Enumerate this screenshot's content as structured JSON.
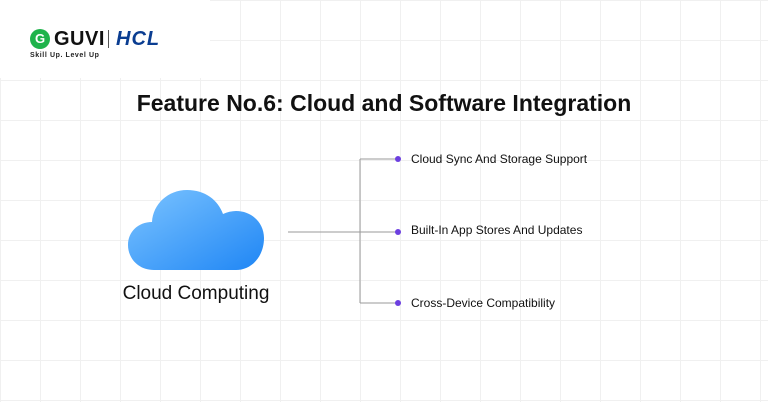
{
  "logo": {
    "guvi_mark": "G",
    "guvi": "GUVI",
    "hcl": "HCL",
    "tagline": "Skill Up. Level Up"
  },
  "title": "Feature No.6: Cloud and Software Integration",
  "cloud": {
    "icon": "cloud-icon",
    "label": "Cloud Computing"
  },
  "features": [
    "Cloud Sync And Storage Support",
    "Built-In App Stores And Updates",
    "Cross-Device Compatibility"
  ],
  "colors": {
    "accent": "#6c3fe0",
    "cloud_light": "#7cc4ff",
    "cloud_dark": "#1f86f5",
    "guvi_green": "#1fb34b",
    "hcl_blue": "#0a3d91"
  }
}
